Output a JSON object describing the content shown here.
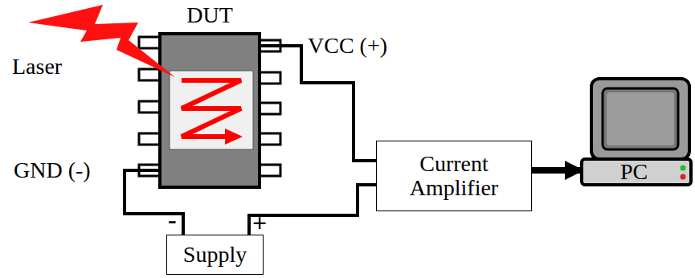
{
  "diagram": {
    "nodes": [
      {
        "text": [
          "DUT"
        ]
      },
      {
        "text": [
          "Current Amplifier"
        ]
      },
      {
        "text": [
          "PC"
        ]
      },
      {
        "text": [
          "Supply"
        ]
      }
    ],
    "edges": [
      {
        "from": 0,
        "to": 1,
        "arrow": "none"
      },
      {
        "from": 3,
        "to": 1,
        "arrow": "none"
      },
      {
        "from": 0,
        "to": 3,
        "arrow": "none"
      },
      {
        "from": 1,
        "to": 2,
        "arrow": "to"
      }
    ],
    "labels": [
      "Laser",
      "VCC (+)",
      "GND (-)",
      "-",
      "+"
    ]
  }
}
